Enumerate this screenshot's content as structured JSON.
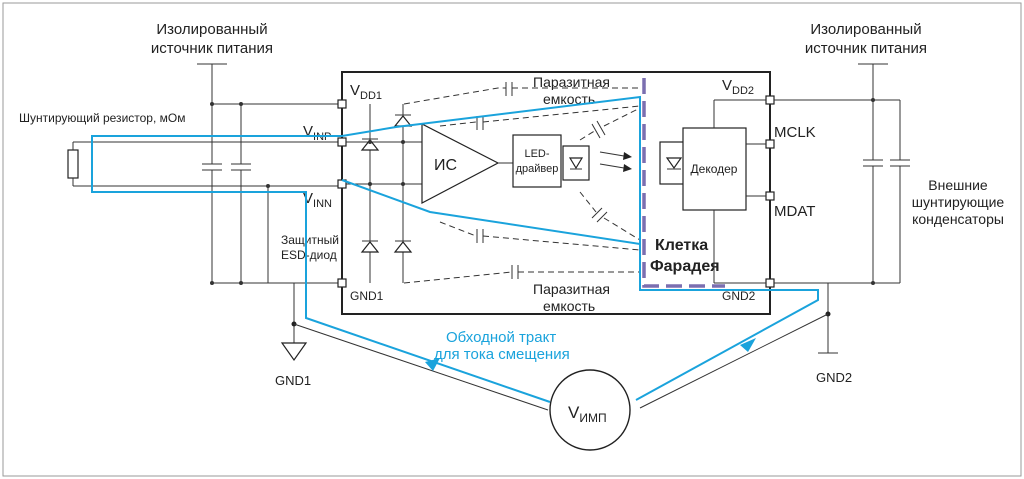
{
  "labels": {
    "iso_left": [
      "Изолированный",
      "источник питания"
    ],
    "iso_right": [
      "Изолированный",
      "источник питания"
    ],
    "shunt": "Шунтирующий резистор, мОм",
    "vdd1": "V",
    "vdd1_sub": "DD1",
    "vdd2": "V",
    "vdd2_sub": "DD2",
    "vinp": "V",
    "vinp_sub": "INP",
    "vinn": "V",
    "vinn_sub": "INN",
    "gnd1_pin": "GND1",
    "gnd2_pin": "GND2",
    "gnd1": "GND1",
    "gnd2": "GND2",
    "esd": [
      "Защитный",
      "ESD-диод"
    ],
    "ic": "ИС",
    "led": [
      "LED-",
      "драйвер"
    ],
    "decoder": "Декодер",
    "parasitic_top": [
      "Паразитная",
      "емкость"
    ],
    "parasitic_bottom": [
      "Паразитная",
      "емкость"
    ],
    "faraday": [
      "Клетка",
      "Фарадея"
    ],
    "mclk": "MCLK",
    "mdat": "MDAT",
    "ext_caps": [
      "Внешние",
      "шунтирующие",
      "конденсаторы"
    ],
    "bypass": [
      "Обходной тракт",
      "для тока смещения"
    ],
    "vimp": "V",
    "vimp_sub": "ИМП"
  },
  "colors": {
    "bypass_path": "#1aa3dc",
    "faraday_cage": "#7b6fb0",
    "wires": "#333333"
  }
}
